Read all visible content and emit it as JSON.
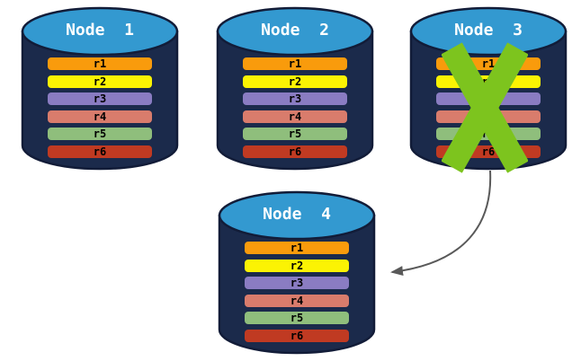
{
  "nodes": [
    {
      "title": "Node  1",
      "rows": [
        "r1",
        "r2",
        "r3",
        "r4",
        "r5",
        "r6"
      ],
      "has_x_mark": false
    },
    {
      "title": "Node  2",
      "rows": [
        "r1",
        "r2",
        "r3",
        "r4",
        "r5",
        "r6"
      ],
      "has_x_mark": false
    },
    {
      "title": "Node  3",
      "rows": [
        "r1",
        "r2",
        "r3",
        "r4",
        "r5",
        "r6"
      ],
      "has_x_mark": true
    },
    {
      "title": "Node  4",
      "rows": [
        "r1",
        "r2",
        "r3",
        "r4",
        "r5",
        "r6"
      ],
      "has_x_mark": false
    }
  ],
  "colors": {
    "cylinder_body": "#1B2A4B",
    "cylinder_top": "#3399D0",
    "cylinder_outline": "#121C38",
    "rows": {
      "r1": "#F99B0C",
      "r2": "#FBF303",
      "r3": "#8A7CC2",
      "r4": "#D97C6C",
      "r5": "#8FBE7C",
      "r6": "#C03A22"
    },
    "x_mark": "#7DC41E",
    "arrow": "#595959",
    "title_text": "#FFFFFF",
    "row_text": "#000000"
  }
}
